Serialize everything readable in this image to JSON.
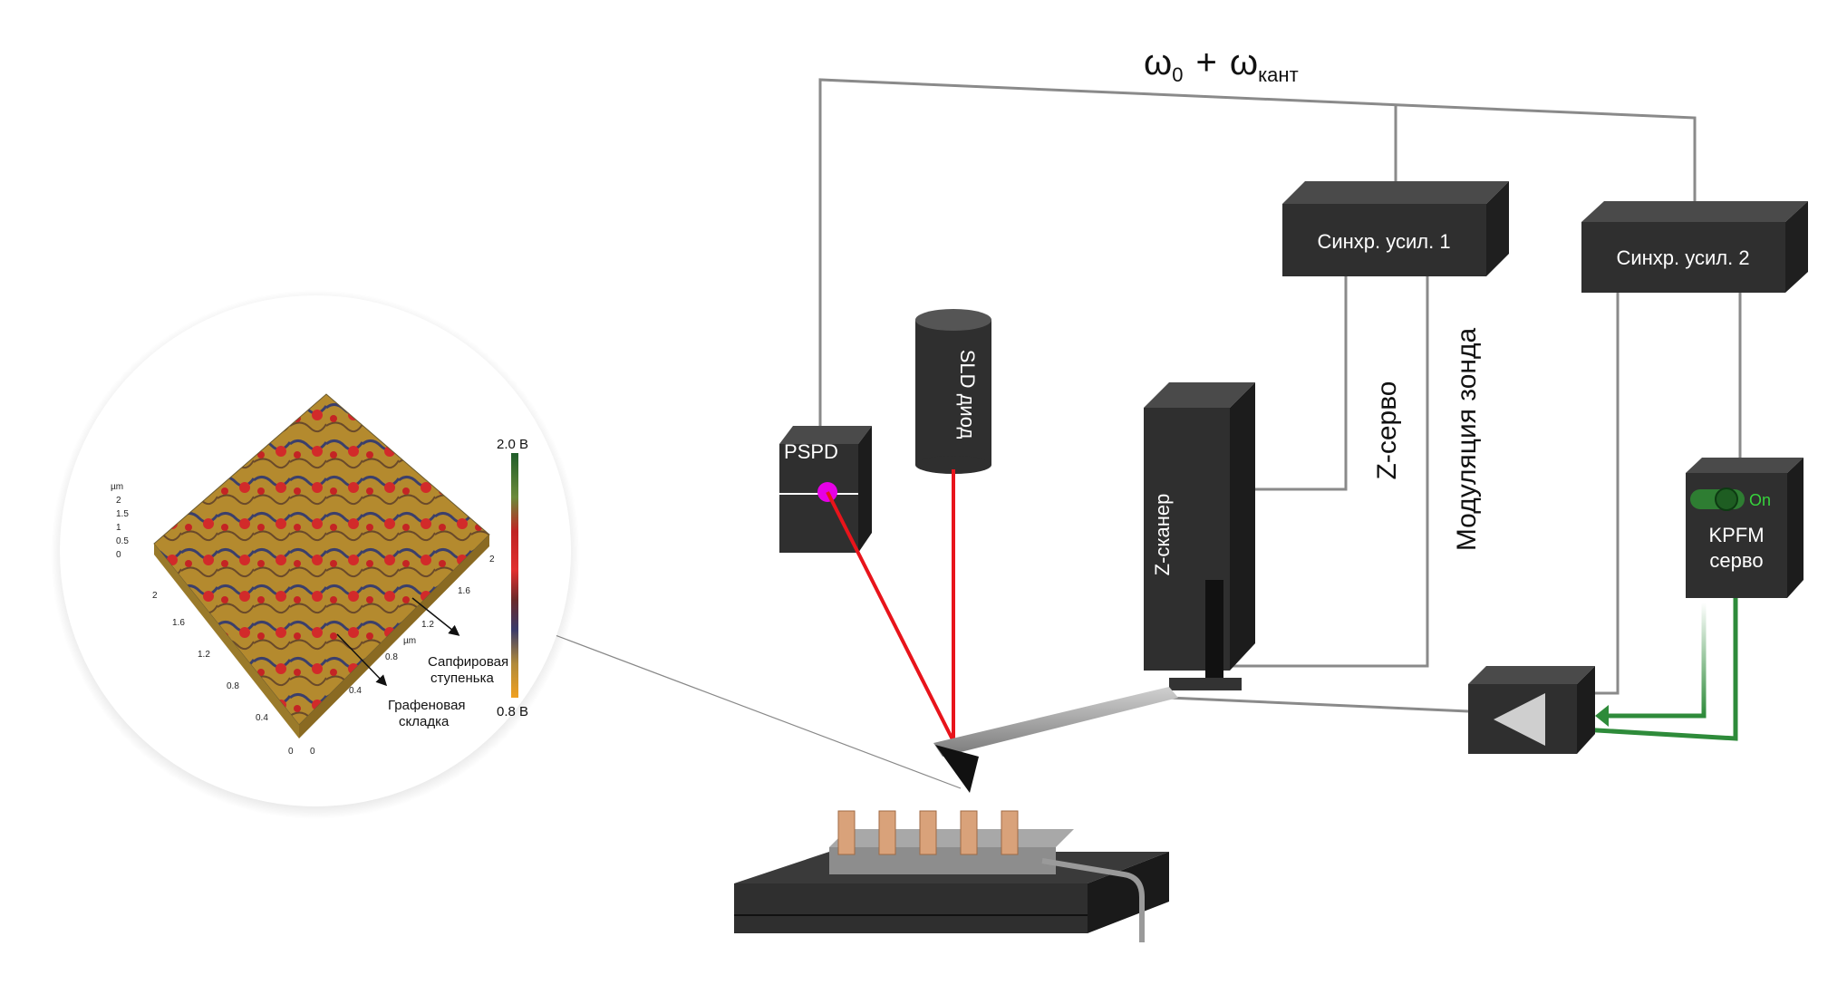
{
  "formula": {
    "omega": "ω",
    "sub0": "0",
    "plus": "+",
    "omega2": "ω",
    "sub_kant": "кант"
  },
  "boxes": {
    "lockin1": "Синхр. усил. 1",
    "lockin2": "Синхр. усил. 2",
    "pspd": "PSPD",
    "sld": "SLD диод",
    "zscanner": "Z-сканер",
    "kpfm_line1": "KPFM",
    "kpfm_line2": "серво",
    "toggle": "On"
  },
  "labels": {
    "zservo": "Z-серво",
    "probe_mod": "Модуляция зонда"
  },
  "inset": {
    "scale_max": "2.0 В",
    "scale_min": "0.8 В",
    "annotation1_line1": "Сапфировая",
    "annotation1_line2": "ступенька",
    "annotation2_line1": "Графеновая",
    "annotation2_line2": "складка",
    "x_ticks": [
      "0",
      "0.4",
      "0.8",
      "1.2",
      "1.6",
      "2"
    ],
    "y_ticks": [
      "0",
      "0.4",
      "0.8",
      "1.2",
      "1.6",
      "2"
    ],
    "z_ticks": [
      "2",
      "1.5",
      "1",
      "0.5",
      "0"
    ],
    "axis_unit_x": "µm",
    "axis_unit_z": "µm"
  },
  "colors": {
    "box": "#2f2f2f",
    "box_top": "#4a4a4a",
    "laser": "#e8141b",
    "green_signal": "#2e8b3a",
    "wire": "#8a8a8a",
    "spot": "#e600e6"
  }
}
